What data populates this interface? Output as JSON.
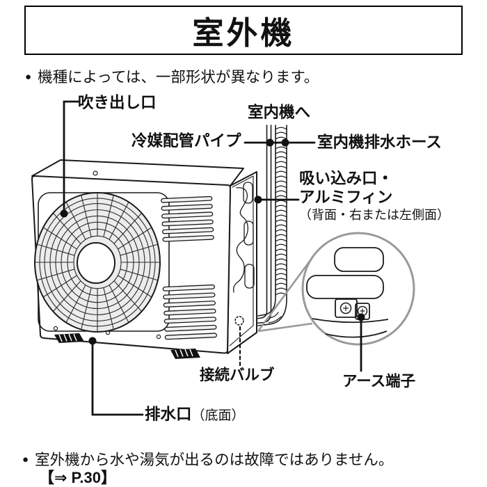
{
  "page": {
    "background": "#ffffff",
    "line_color": "#1a1a1a",
    "callout_gray": "#999999",
    "grille_fill": "#ececec"
  },
  "title": {
    "text": "室外機"
  },
  "top_note": {
    "bullet": "●",
    "text": "機種によっては、一部形状が異なります。"
  },
  "diagram": {
    "labels": {
      "blowout": "吹き出し口",
      "to_indoor": "室内機へ",
      "refrigerant_pipe": "冷媒配管パイプ",
      "indoor_drain_hose": "室内機排水ホース",
      "intake_line1": "吸い込み口・",
      "intake_line2": "アルミフィン",
      "intake_note": "（背面・右または左側面）",
      "connection_valve": "接続バルブ",
      "earth_terminal": "アース端子",
      "drain_outlet": "排水口",
      "drain_outlet_note": "（底面）"
    }
  },
  "bottom_note": {
    "bullet": "●",
    "text": "室外機から水や湯気が出るのは故障ではありません。",
    "reference": "【⇒ P.30】"
  }
}
